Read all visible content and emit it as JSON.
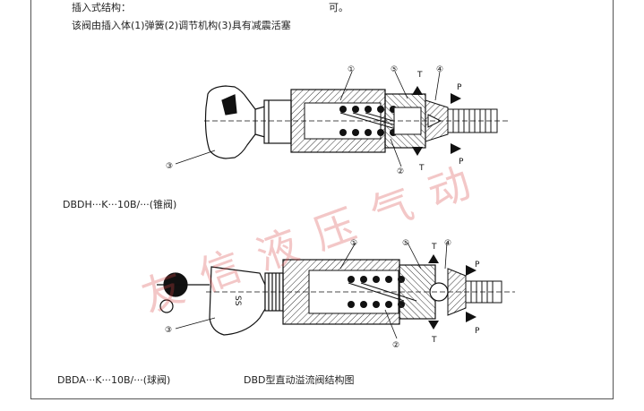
{
  "header": {
    "line1_left": "插入式结构：",
    "line1_right": "可。",
    "line2": "该阀由插入体(1)弹簧(2)调节机构(3)具有减震活塞"
  },
  "figure_top": {
    "caption": "DBDH···K···10B/···(锥阀)",
    "callouts": {
      "c1": "①",
      "c2": "②",
      "c3": "③",
      "c4": "④",
      "c5": "⑤",
      "t_top": "T",
      "t_bottom": "T",
      "p_top": "P",
      "p_bottom": "P"
    }
  },
  "figure_bottom": {
    "caption_left": "DBDA···K···10B/···(球阀)",
    "caption_right": "DBD型直动溢流阀结构图",
    "scale_mark": "SS",
    "callouts": {
      "c1": "①",
      "c2": "②",
      "c3": "③",
      "c4": "④",
      "c5": "⑤",
      "t_top": "T",
      "t_bottom": "T",
      "p_top": "P",
      "p_bottom": "P"
    }
  },
  "watermark": {
    "text": "友信液压气动"
  },
  "colors": {
    "watermark": "#d74646",
    "line": "#111111"
  }
}
